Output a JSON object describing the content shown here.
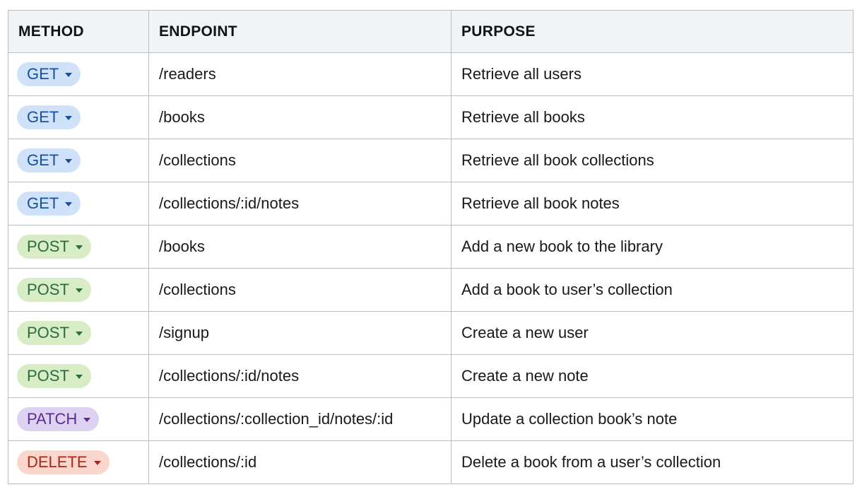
{
  "table": {
    "columns": [
      {
        "key": "method",
        "label": "METHOD"
      },
      {
        "key": "endpoint",
        "label": "ENDPOINT"
      },
      {
        "key": "purpose",
        "label": "PURPOSE"
      }
    ],
    "method_colors": {
      "GET": {
        "background": "#cfe2f9",
        "text": "#17509e"
      },
      "POST": {
        "background": "#d8edc6",
        "text": "#2c6b42"
      },
      "PATCH": {
        "background": "#ded2f3",
        "text": "#5b2d90"
      },
      "DELETE": {
        "background": "#fbd6cc",
        "text": "#a8271a"
      }
    },
    "caret_icon": "chevron-down-icon",
    "rows": [
      {
        "method": "GET",
        "endpoint": "/readers",
        "purpose": "Retrieve all users"
      },
      {
        "method": "GET",
        "endpoint": "/books",
        "purpose": "Retrieve all books"
      },
      {
        "method": "GET",
        "endpoint": "/collections",
        "purpose": "Retrieve all book collections"
      },
      {
        "method": "GET",
        "endpoint": "/collections/:id/notes",
        "purpose": "Retrieve all book notes"
      },
      {
        "method": "POST",
        "endpoint": "/books",
        "purpose": "Add a new book to the library"
      },
      {
        "method": "POST",
        "endpoint": "/collections",
        "purpose": "Add a book to user’s collection"
      },
      {
        "method": "POST",
        "endpoint": "/signup",
        "purpose": "Create a new user"
      },
      {
        "method": "POST",
        "endpoint": "/collections/:id/notes",
        "purpose": "Create a new note"
      },
      {
        "method": "PATCH",
        "endpoint": "/collections/:collection_id/notes/:id",
        "purpose": "Update a collection book’s note"
      },
      {
        "method": "DELETE",
        "endpoint": "/collections/:id",
        "purpose": "Delete a book from a user’s collection"
      }
    ]
  }
}
